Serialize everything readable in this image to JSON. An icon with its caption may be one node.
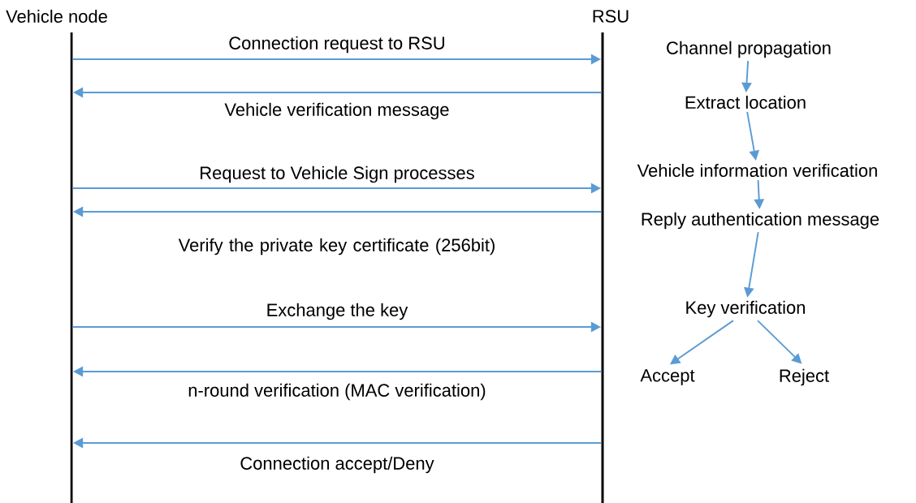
{
  "diagram": {
    "nodes": [
      {
        "text": [
          "Vehicle node"
        ]
      },
      {
        "text": [
          "RSU"
        ]
      },
      {
        "text": [
          "Channel propagation"
        ]
      },
      {
        "text": [
          "Extract location"
        ]
      },
      {
        "text": [
          "Vehicle information verification"
        ]
      },
      {
        "text": [
          "Reply authentication message"
        ]
      },
      {
        "text": [
          "Key verification"
        ]
      },
      {
        "text": [
          "Accept"
        ]
      },
      {
        "text": [
          "Reject"
        ]
      }
    ],
    "edges": [
      {
        "from": 0,
        "to": 1,
        "arrow": "to",
        "label": "Connection request to RSU"
      },
      {
        "from": 1,
        "to": 0,
        "arrow": "to",
        "label": "Vehicle verification message"
      },
      {
        "from": 0,
        "to": 1,
        "arrow": "to",
        "label": "Request to Vehicle Sign processes"
      },
      {
        "from": 1,
        "to": 0,
        "arrow": "to",
        "label": "Verify the private key certificate (256bit)"
      },
      {
        "from": 0,
        "to": 1,
        "arrow": "to",
        "label": "Exchange the key"
      },
      {
        "from": 1,
        "to": 0,
        "arrow": "to",
        "label": "n-round verification (MAC verification)"
      },
      {
        "from": 1,
        "to": 0,
        "arrow": "to",
        "label": "Connection accept/Deny"
      },
      {
        "from": 2,
        "to": 3,
        "arrow": "to"
      },
      {
        "from": 3,
        "to": 4,
        "arrow": "to"
      },
      {
        "from": 4,
        "to": 5,
        "arrow": "to"
      },
      {
        "from": 5,
        "to": 6,
        "arrow": "to"
      },
      {
        "from": 6,
        "to": 7,
        "arrow": "to"
      },
      {
        "from": 6,
        "to": 8,
        "arrow": "to"
      }
    ]
  }
}
